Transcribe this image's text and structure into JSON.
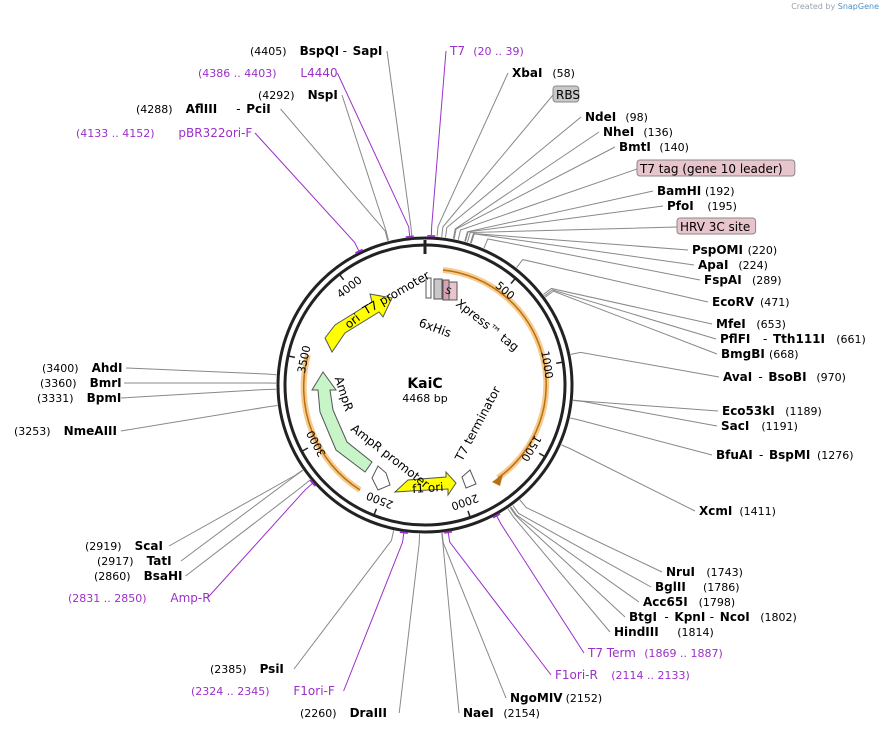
{
  "credit": {
    "prefix": "Created by",
    "brand": "SnapGene"
  },
  "plasmid": {
    "name": "KaiC",
    "length_label": "4468 bp",
    "length": 4468
  },
  "colors": {
    "enzyme": "#000000",
    "primer": "#9b30c8",
    "feature_box": "#e8c4cc",
    "rbs_box": "#c8c8c8",
    "arrow_yellow": "#ffff00",
    "arrow_green": "#c8f5c8",
    "orf_orange": "#f0a030"
  },
  "ticks": [
    "500",
    "1000",
    "1500",
    "2000",
    "2500",
    "3000",
    "3500",
    "4000"
  ],
  "features": {
    "ori": "ori",
    "t7_promoter": "T7 promoter",
    "sixhis": "6xHis",
    "xpress": "Xpress™ tag",
    "ampr": "AmpR",
    "ampr_promoter": "AmpR promoter",
    "f1_ori": "f1 ori",
    "t7_terminator": "T7 terminator",
    "lacI": "S"
  },
  "labels": [
    {
      "pos": "(4405)",
      "name": "BspQI",
      "name2": "SapI",
      "type": "enzyme"
    },
    {
      "pos": "(20 .. 39)",
      "name": "T7",
      "type": "primer"
    },
    {
      "pos": "(58)",
      "name": "XbaI",
      "type": "enzyme"
    },
    {
      "name": "RBS",
      "type": "box_grey"
    },
    {
      "pos": "(4386 .. 4403)",
      "name": "L4440",
      "type": "primer"
    },
    {
      "pos": "(4292)",
      "name": "NspI",
      "type": "enzyme"
    },
    {
      "pos": "(4288)",
      "name": "AflIII",
      "name2": "PciI",
      "type": "enzyme"
    },
    {
      "pos": "(98)",
      "name": "NdeI",
      "type": "enzyme"
    },
    {
      "pos": "(136)",
      "name": "NheI",
      "type": "enzyme"
    },
    {
      "pos": "(4133 .. 4152)",
      "name": "pBR322ori-F",
      "type": "primer"
    },
    {
      "pos": "(140)",
      "name": "BmtI",
      "type": "enzyme"
    },
    {
      "name": "T7 tag (gene 10 leader)",
      "type": "box_pink"
    },
    {
      "pos": "(192)",
      "name": "BamHI",
      "type": "enzyme"
    },
    {
      "pos": "(195)",
      "name": "PfoI",
      "type": "enzyme"
    },
    {
      "name": "HRV 3C site",
      "type": "box_pink"
    },
    {
      "pos": "(220)",
      "name": "PspOMI",
      "type": "enzyme"
    },
    {
      "pos": "(224)",
      "name": "ApaI",
      "type": "enzyme"
    },
    {
      "pos": "(289)",
      "name": "FspAI",
      "type": "enzyme"
    },
    {
      "pos": "(471)",
      "name": "EcoRV",
      "type": "enzyme"
    },
    {
      "pos": "(653)",
      "name": "MfeI",
      "type": "enzyme"
    },
    {
      "pos": "(661)",
      "name": "PflFI",
      "name2": "Tth111I",
      "type": "enzyme"
    },
    {
      "pos": "(668)",
      "name": "BmgBI",
      "type": "enzyme"
    },
    {
      "pos": "(3400)",
      "name": "AhdI",
      "type": "enzyme"
    },
    {
      "pos": "(970)",
      "name": "AvaI",
      "name2": "BsoBI",
      "type": "enzyme"
    },
    {
      "pos": "(3360)",
      "name": "BmrI",
      "type": "enzyme"
    },
    {
      "pos": "(3331)",
      "name": "BpmI",
      "type": "enzyme"
    },
    {
      "pos": "(1189)",
      "name": "Eco53kI",
      "type": "enzyme"
    },
    {
      "pos": "(1191)",
      "name": "SacI",
      "type": "enzyme"
    },
    {
      "pos": "(3253)",
      "name": "NmeAIII",
      "type": "enzyme"
    },
    {
      "pos": "(1276)",
      "name": "BfuAI",
      "name2": "BspMI",
      "type": "enzyme"
    },
    {
      "pos": "(1411)",
      "name": "XcmI",
      "type": "enzyme"
    },
    {
      "pos": "(2919)",
      "name": "ScaI",
      "type": "enzyme"
    },
    {
      "pos": "(2917)",
      "name": "TatI",
      "type": "enzyme"
    },
    {
      "pos": "(2860)",
      "name": "BsaHI",
      "type": "enzyme"
    },
    {
      "pos": "(1743)",
      "name": "NruI",
      "type": "enzyme"
    },
    {
      "pos": "(1786)",
      "name": "BglII",
      "type": "enzyme"
    },
    {
      "pos": "(1798)",
      "name": "Acc65I",
      "type": "enzyme"
    },
    {
      "pos": "(2831 .. 2850)",
      "name": "Amp-R",
      "type": "primer"
    },
    {
      "pos": "(1802)",
      "name": "BtgI",
      "name2": "KpnI",
      "name3": "NcoI",
      "type": "enzyme"
    },
    {
      "pos": "(1814)",
      "name": "HindIII",
      "type": "enzyme"
    },
    {
      "pos": "(1869 .. 1887)",
      "name": "T7 Term",
      "type": "primer"
    },
    {
      "pos": "(2385)",
      "name": "PsiI",
      "type": "enzyme"
    },
    {
      "pos": "(2114 .. 2133)",
      "name": "F1ori-R",
      "type": "primer"
    },
    {
      "pos": "(2324 .. 2345)",
      "name": "F1ori-F",
      "type": "primer"
    },
    {
      "pos": "(2152)",
      "name": "NgoMIV",
      "type": "enzyme"
    },
    {
      "pos": "(2260)",
      "name": "DraIII",
      "type": "enzyme"
    },
    {
      "pos": "(2154)",
      "name": "NaeI",
      "type": "enzyme"
    }
  ]
}
